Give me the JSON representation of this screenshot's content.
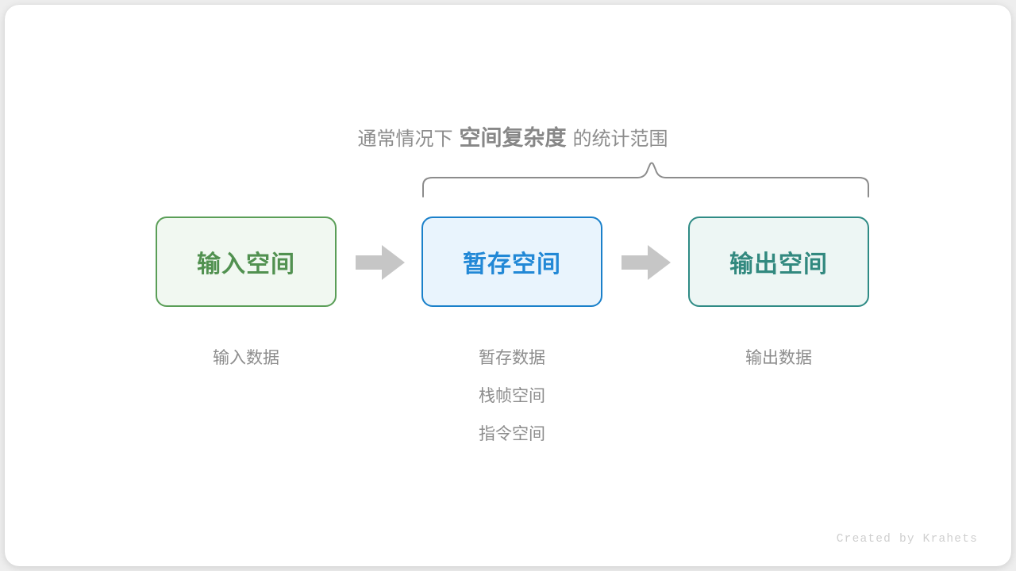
{
  "canvas": {
    "background": "#eeeeee",
    "card_background": "#ffffff"
  },
  "heading": {
    "prefix": "通常情况下",
    "emphasis": "空间复杂度",
    "suffix": "的统计范围",
    "color": "#8d8d8d"
  },
  "brace": {
    "name": "curly-brace",
    "color": "#8c8c8c",
    "spans_boxes": [
      "暂存空间",
      "输出空间"
    ]
  },
  "boxes": [
    {
      "id": "input",
      "label": "输入空间",
      "border_color": "#5a9e57",
      "fill_color": "#f1f8f1",
      "text_color": "#519150"
    },
    {
      "id": "temp",
      "label": "暂存空间",
      "border_color": "#1a80ca",
      "fill_color": "#e9f4fd",
      "text_color": "#2288d6"
    },
    {
      "id": "output",
      "label": "输出空间",
      "border_color": "#2f8b85",
      "fill_color": "#edf6f4",
      "text_color": "#32897f"
    }
  ],
  "arrows": [
    {
      "id": "arrow-input-to-temp",
      "color": "#c6c6c6",
      "direction": "right"
    },
    {
      "id": "arrow-temp-to-output",
      "color": "#c6c6c6",
      "direction": "right"
    }
  ],
  "captions": {
    "input": [
      "输入数据"
    ],
    "temp": [
      "暂存数据",
      "栈帧空间",
      "指令空间"
    ],
    "output": [
      "输出数据"
    ],
    "color": "#8d8d8d"
  },
  "credit": {
    "text": "Created by Krahets",
    "color": "#cfcfcf"
  }
}
